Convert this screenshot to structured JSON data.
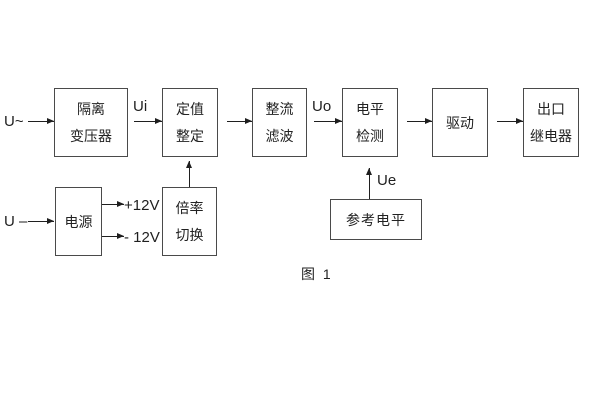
{
  "colors": {
    "background": "#ffffff",
    "box_border": "#4a4a4a",
    "line": "#1f1f1f",
    "text": "#222222"
  },
  "caption": "图 1",
  "labels": {
    "input_ac": "U~",
    "input_dc": "U –",
    "ui": "Ui",
    "uo": "Uo",
    "ue": "Ue",
    "plus12": "+12V",
    "minus12": "- 12V"
  },
  "blocks": {
    "isolation_transformer": {
      "line1": "隔离",
      "line2": "变压器"
    },
    "setting_adjust": {
      "line1": "定值",
      "line2": "整定"
    },
    "rectify_filter": {
      "line1": "整流",
      "line2": "滤波"
    },
    "level_detect": {
      "line1": "电平",
      "line2": "检测"
    },
    "drive": {
      "line1": "驱动"
    },
    "output_relay": {
      "line1": "出口",
      "line2": "继电器"
    },
    "power_supply": {
      "line1": "电源"
    },
    "ratio_switch": {
      "line1": "倍率",
      "line2": "切换"
    },
    "reference_level": {
      "line1": "参考电平"
    }
  }
}
